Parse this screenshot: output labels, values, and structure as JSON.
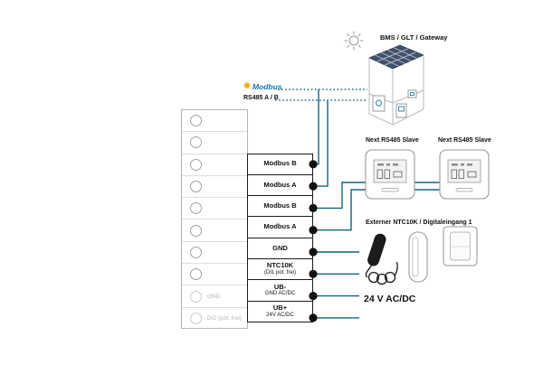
{
  "colors": {
    "wire": "#10657c",
    "modbus_blue": "#1878b4",
    "modbus_orange": "#f8a81c",
    "terminal_gray": "#b3b3b3"
  },
  "top": {
    "bms_label": "BMS / GLT / Gateway",
    "modbus_logo": "Modbus",
    "modbus_star": "✹",
    "rs485_label": "RS485 A / B"
  },
  "terminal_block": {
    "boxes": [
      {
        "label": "Modbus B"
      },
      {
        "label": "Modbus A"
      },
      {
        "label": "Modbus B"
      },
      {
        "label": "Modbus A"
      },
      {
        "label": "GND"
      },
      {
        "label": "NTC10K",
        "sub": "(DI1 pot. frei)"
      },
      {
        "label": "UB-",
        "sub": "GND AC/DC"
      },
      {
        "label": "UB+",
        "sub": "24V AC/DC"
      }
    ],
    "gray_labels": {
      "row9": "GND",
      "row10": "DI2 (pot. frei)"
    }
  },
  "right": {
    "slave1_label": "Next RS485 Slave",
    "slave2_label": "Next RS485 Slave",
    "sensor_label": "Externer NTC10K / Digitaleingang 1",
    "power_label": "24 V AC/DC"
  }
}
